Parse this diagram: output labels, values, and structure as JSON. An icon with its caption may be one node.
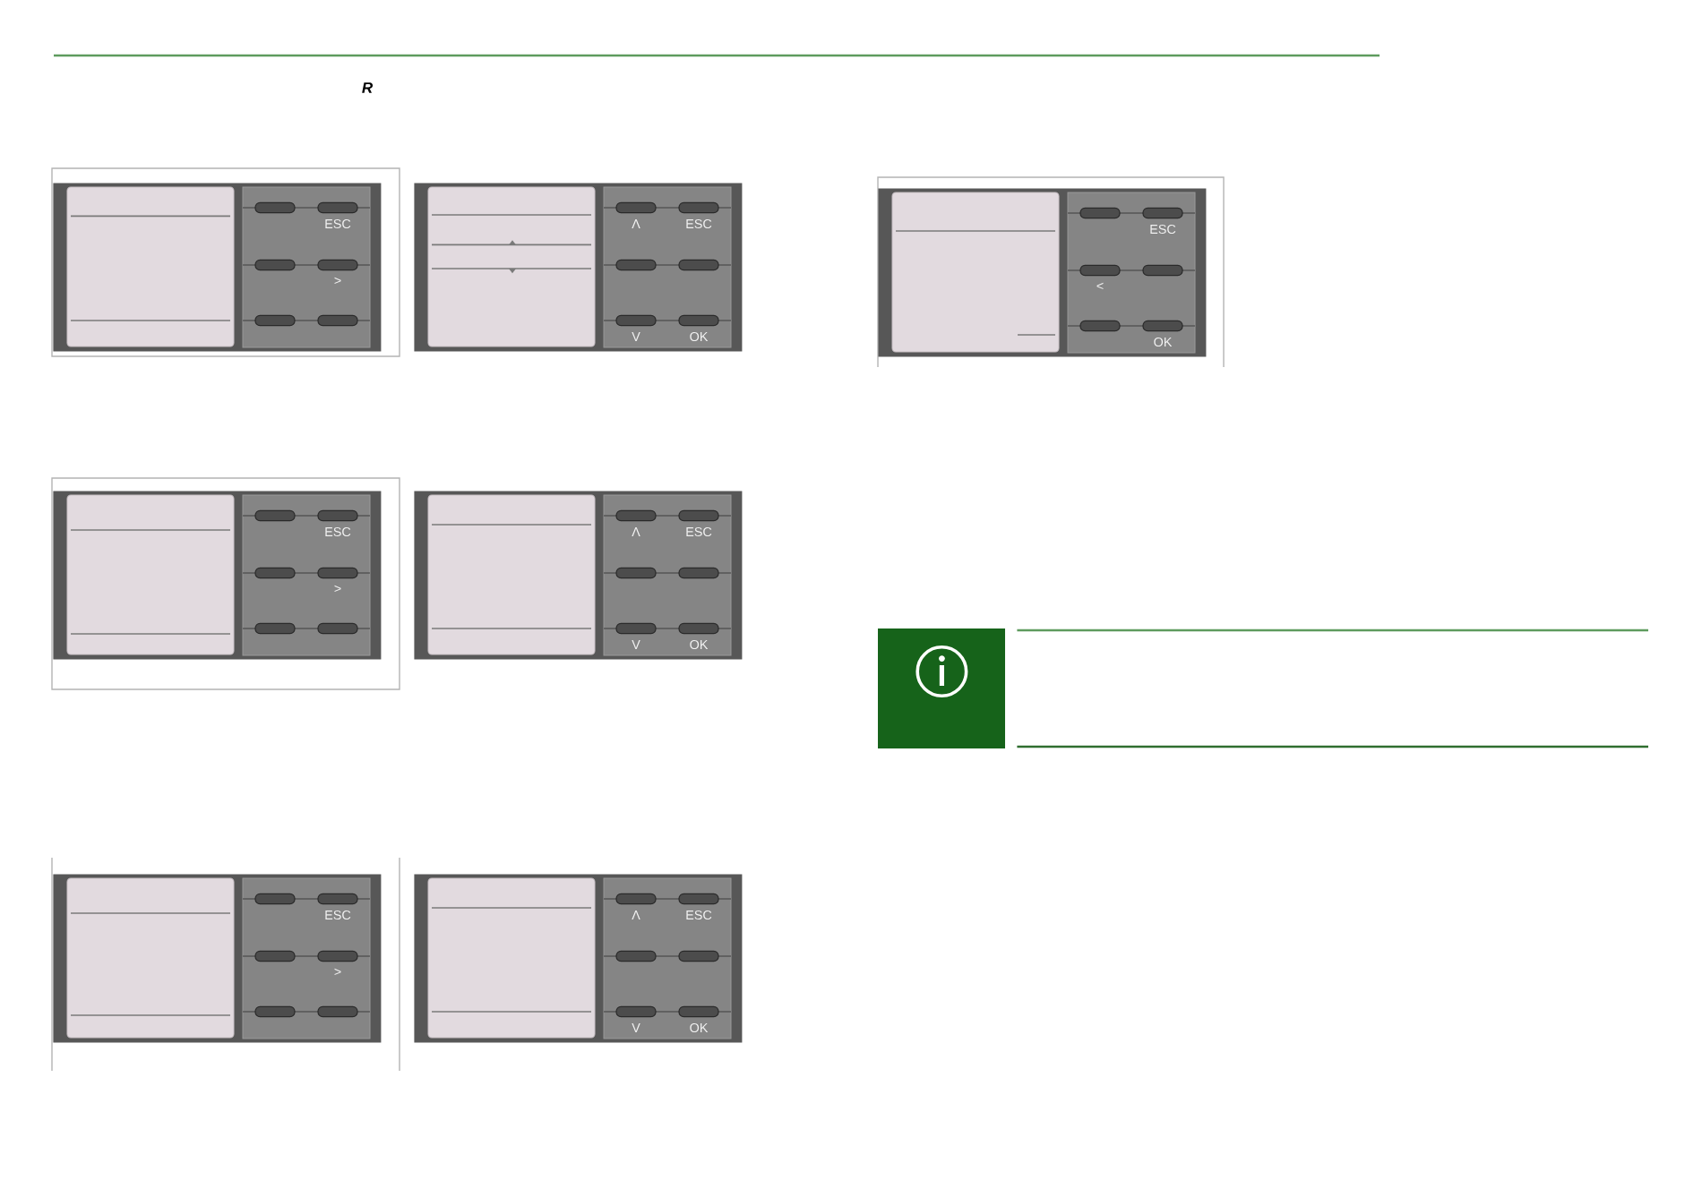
{
  "diagram": {
    "nodes": [
      {
        "text": [
          "ESC",
          ">"
        ]
      },
      {
        "text": [
          "Λ",
          "ESC",
          "V",
          "OK"
        ]
      },
      {
        "text": [
          "ESC",
          ">"
        ]
      },
      {
        "text": [
          "Λ",
          "ESC",
          "V",
          "OK"
        ]
      },
      {
        "text": [
          "ESC",
          ">"
        ]
      },
      {
        "text": [
          "Λ",
          "ESC",
          "V",
          "OK"
        ]
      },
      {
        "text": [
          "ESC",
          "<",
          "OK"
        ]
      }
    ],
    "labels": [
      "R"
    ]
  }
}
